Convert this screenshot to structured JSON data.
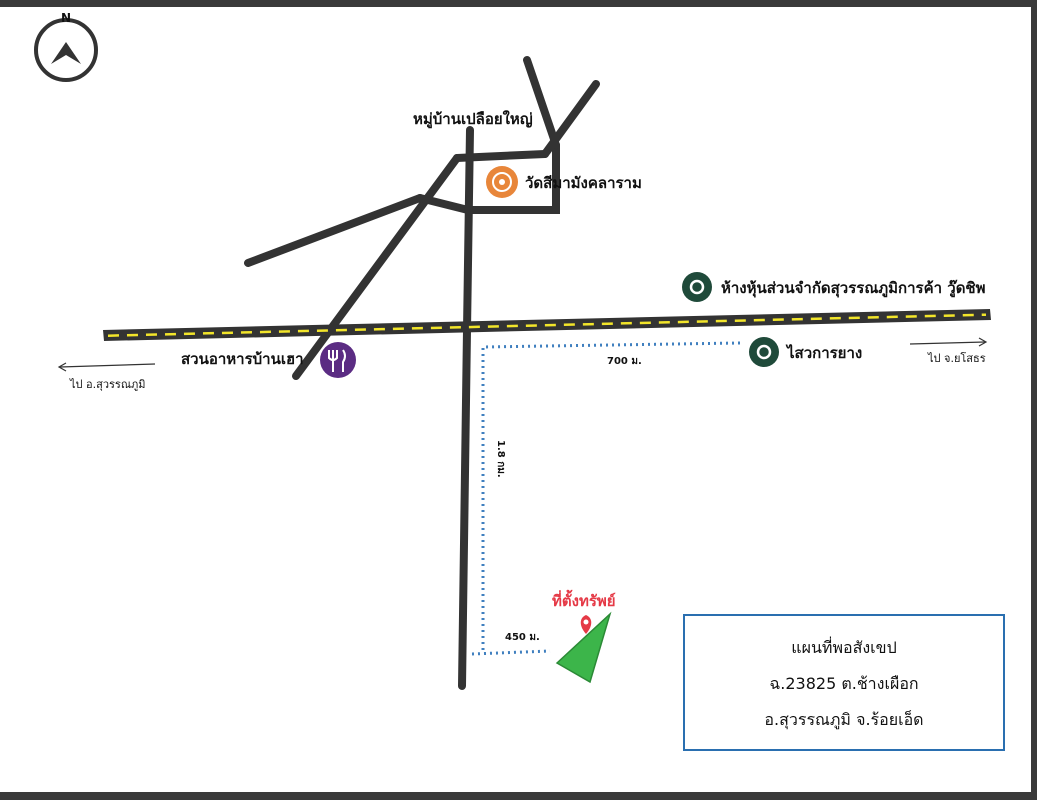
{
  "compass": {
    "letter": "N",
    "icon": "north-arrow-icon"
  },
  "labels": {
    "village": "หมู่บ้านเปลือยใหญ่",
    "temple": "วัดสีมามังคลาราม",
    "shop": "ห้างหุ้นส่วนจำกัดสุวรรณภูมิการค้า วู๊ดชิพ",
    "restaurant": "สวนอาหารบ้านเฮา",
    "rubber_pole": "ไสวการยาง",
    "to_suwannaphum": "ไป อ.สุวรรณภูมิ",
    "to_yasothon": "ไป จ.ยโสธร",
    "property": "ที่ตั้งทรัพย์"
  },
  "distances": {
    "east": "700 ม.",
    "south": "1.8 กม.",
    "west": "450 ม."
  },
  "info_box": {
    "title": "แผนที่พอสังเขป",
    "line1": "ฉ.23825 ต.ช้างเผือก",
    "line2": "อ.สุวรรณภูมิ จ.ร้อยเอ็ด"
  },
  "colors": {
    "road": "#333333",
    "highway_dash": "#f2e52a",
    "route_dots": "#3f7fbf",
    "temple_marker": "#e8863a",
    "poi_marker": "#1f4a3a",
    "restaurant_marker": "#5b2c83",
    "property_fill": "#3cb54a",
    "property_pin": "#e53946",
    "info_border": "#2a6fb0"
  }
}
